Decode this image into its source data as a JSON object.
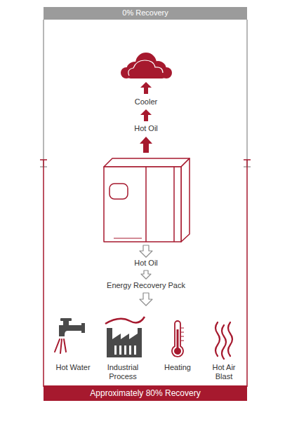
{
  "diagram": {
    "nodes": [
      {
        "text": [
          "0% Recovery"
        ]
      },
      {
        "text": [
          "Approximately 80% Recovery"
        ]
      }
    ],
    "labels": [
      "Cooler",
      "Hot Oil",
      "Hot Oil",
      "Energy Recovery Pack",
      "Hot Water",
      "Industrial Process",
      "Heating",
      "Hot Air Blast"
    ]
  }
}
